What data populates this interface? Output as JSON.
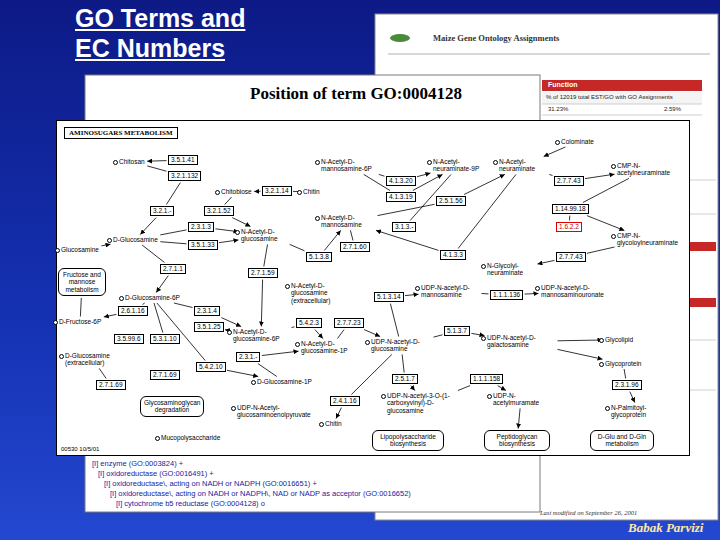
{
  "diagram": {
    "title": "GO Terms and EC Numbers",
    "nodes": [
      {
        "text": [
          "Maize Gene Ontology Assignments"
        ]
      },
      {
        "text": [
          "Position of term GO:0004128"
        ]
      },
      {
        "text": [
          "00530 10/5/01"
        ]
      },
      {
        "text": [
          "AMINOSUGARS METABOLISM"
        ],
        "in": 2
      },
      {
        "text": [
          "Chitosan"
        ],
        "in": 2
      },
      {
        "text": [
          "3.5.1.41"
        ],
        "in": 2
      },
      {
        "text": [
          "3.2.1.132"
        ],
        "in": 2
      },
      {
        "text": [
          "Chitobiose"
        ],
        "in": 2
      },
      {
        "text": [
          "3.2.1.14"
        ],
        "in": 2
      },
      {
        "text": [
          "Chitin"
        ],
        "in": 2
      },
      {
        "text": [
          "3.2.1.-"
        ],
        "in": 2
      },
      {
        "text": [
          "3.2.1.52"
        ],
        "in": 2
      },
      {
        "text": [
          "D-Glucosamine"
        ],
        "in": 2
      },
      {
        "text": [
          "2.3.1.3"
        ],
        "in": 2
      },
      {
        "text": [
          "3.5.1.33"
        ],
        "in": 2
      },
      {
        "text": [
          "N-Acetyl-D-glucosamine"
        ],
        "in": 2
      },
      {
        "text": [
          "Glucosamine"
        ],
        "in": 2
      },
      {
        "text": [
          "Fructose and mannose metabolism"
        ],
        "in": 2
      },
      {
        "text": [
          "2.7.1.1"
        ],
        "in": 2
      },
      {
        "text": [
          "2.7.1.59"
        ],
        "in": 2
      },
      {
        "text": [
          "5.1.3.8"
        ],
        "in": 2
      },
      {
        "text": [
          "D-Glucosamine-6P"
        ],
        "in": 2
      },
      {
        "text": [
          "N-Acetyl-D-glucosamine (extracellular)"
        ],
        "in": 2
      },
      {
        "text": [
          "D-Fructose-6P"
        ],
        "in": 2
      },
      {
        "text": [
          "2.6.1.16"
        ],
        "in": 2
      },
      {
        "text": [
          "3.5.99.6"
        ],
        "in": 2
      },
      {
        "text": [
          "5.3.1.10"
        ],
        "in": 2
      },
      {
        "text": [
          "2.3.1.4"
        ],
        "in": 2
      },
      {
        "text": [
          "3.5.1.25"
        ],
        "in": 2
      },
      {
        "text": [
          "N-Acetyl-D-glucosamine-6P"
        ],
        "in": 2
      },
      {
        "text": [
          "5.4.2.3"
        ],
        "in": 2
      },
      {
        "text": [
          "2.7.7.23"
        ],
        "in": 2
      },
      {
        "text": [
          "N-Acetyl-D-glucosamine-1P"
        ],
        "in": 2
      },
      {
        "text": [
          "D-Glucosamine (extracellular)"
        ],
        "in": 2
      },
      {
        "text": [
          "2.7.1.69"
        ],
        "in": 2
      },
      {
        "text": [
          "2.7.1.69"
        ],
        "in": 2
      },
      {
        "text": [
          "5.4.2.10"
        ],
        "in": 2
      },
      {
        "text": [
          "2.3.1.-"
        ],
        "in": 2
      },
      {
        "text": [
          "D-Glucosamine-1P"
        ],
        "in": 2
      },
      {
        "text": [
          "Glycosaminoglycan degradation"
        ],
        "in": 2
      },
      {
        "text": [
          "UDP-N-Acetyl-glucosaminoenolpyruvate"
        ],
        "in": 2
      },
      {
        "text": [
          "Mucopolysaccharide"
        ],
        "in": 2
      },
      {
        "text": [
          "Chitin"
        ],
        "in": 2
      },
      {
        "text": [
          "2.4.1.16"
        ],
        "in": 2
      },
      {
        "text": [
          "N-Acetyl-D-mannosamine-6P"
        ],
        "in": 2
      },
      {
        "text": [
          "4.1.3.20"
        ],
        "in": 2
      },
      {
        "text": [
          "4.1.3.19"
        ],
        "in": 2
      },
      {
        "text": [
          "N-Acetyl-neuraminate-9P"
        ],
        "in": 2
      },
      {
        "text": [
          "2.5.1.56"
        ],
        "in": 2
      },
      {
        "text": [
          "N-Acetyl-neuraminate"
        ],
        "in": 2
      },
      {
        "text": [
          "Colominate"
        ],
        "in": 2
      },
      {
        "text": [
          "2.7.7.43"
        ],
        "in": 2
      },
      {
        "text": [
          "CMP-N-acetylneuraminate"
        ],
        "in": 2
      },
      {
        "text": [
          "1.14.99.18"
        ],
        "in": 2
      },
      {
        "text": [
          "1.6.2.2"
        ],
        "in": 2
      },
      {
        "text": [
          "CMP-N-glycoloylneuraminate"
        ],
        "in": 2
      },
      {
        "text": [
          "2.7.7.43"
        ],
        "in": 2
      },
      {
        "text": [
          "N-Glycolyl-neuraminate"
        ],
        "in": 2
      },
      {
        "text": [
          "3.1.3.-"
        ],
        "in": 2
      },
      {
        "text": [
          "N-Acetyl-D-mannosamine"
        ],
        "in": 2
      },
      {
        "text": [
          "2.7.1.60"
        ],
        "in": 2
      },
      {
        "text": [
          "4.1.3.3"
        ],
        "in": 2
      },
      {
        "text": [
          "5.1.3.14"
        ],
        "in": 2
      },
      {
        "text": [
          "UDP-N-acetyl-D-mannosamine"
        ],
        "in": 2
      },
      {
        "text": [
          "1.1.1.136"
        ],
        "in": 2
      },
      {
        "text": [
          "UDP-N-acetyl-D-mannosaminouronate"
        ],
        "in": 2
      },
      {
        "text": [
          "5.1.3.7"
        ],
        "in": 2
      },
      {
        "text": [
          "UDP-N-acetyl-D-glucosamine"
        ],
        "in": 2
      },
      {
        "text": [
          "UDP-N-acetyl-D-galactosamine"
        ],
        "in": 2
      },
      {
        "text": [
          "Glycolipid"
        ],
        "in": 2
      },
      {
        "text": [
          "Glycoprotein"
        ],
        "in": 2
      },
      {
        "text": [
          "2.3.1.96"
        ],
        "in": 2
      },
      {
        "text": [
          "N-Palmitoyl-glycoprotein"
        ],
        "in": 2
      },
      {
        "text": [
          "2.5.1.7"
        ],
        "in": 2
      },
      {
        "text": [
          "1.1.1.158"
        ],
        "in": 2
      },
      {
        "text": [
          "UDP-N-acetyl-3-O-(1-carboxyvinyl)-D-glucosamine"
        ],
        "in": 2
      },
      {
        "text": [
          "UDP-N-acetylmuramate"
        ],
        "in": 2
      },
      {
        "text": [
          "Lipopolysaccharide biosynthesis"
        ],
        "in": 2
      },
      {
        "text": [
          "Peptidoglycan biosynthesis"
        ],
        "in": 2
      },
      {
        "text": [
          "D-Glu and D-Gln metabolism"
        ],
        "in": 2
      }
    ],
    "edges": [
      {
        "from": 9,
        "to": 8,
        "arrow": "none"
      },
      {
        "from": 8,
        "to": 7,
        "arrow": "to"
      },
      {
        "from": 7,
        "to": 11,
        "arrow": "none"
      },
      {
        "from": 11,
        "to": 15,
        "arrow": "to"
      },
      {
        "from": 5,
        "to": 4,
        "arrow": "to"
      },
      {
        "from": 4,
        "to": 6,
        "arrow": "none"
      },
      {
        "from": 6,
        "to": 10,
        "arrow": "none"
      },
      {
        "from": 10,
        "to": 12,
        "arrow": "to"
      },
      {
        "from": 16,
        "to": 12,
        "arrow": "to"
      },
      {
        "from": 12,
        "to": 13,
        "arrow": "none"
      },
      {
        "from": 13,
        "to": 15,
        "arrow": "to"
      },
      {
        "from": 12,
        "to": 14,
        "arrow": "none"
      },
      {
        "from": 14,
        "to": 15,
        "arrow": "to"
      },
      {
        "from": 12,
        "to": 18,
        "arrow": "none"
      },
      {
        "from": 18,
        "to": 21,
        "arrow": "to"
      },
      {
        "from": 15,
        "to": 19,
        "arrow": "none"
      },
      {
        "from": 19,
        "to": 29,
        "arrow": "to"
      },
      {
        "from": 15,
        "to": 20,
        "arrow": "none"
      },
      {
        "from": 20,
        "to": 59,
        "arrow": "to"
      },
      {
        "from": 17,
        "to": 23,
        "arrow": "none"
      },
      {
        "from": 21,
        "to": 24,
        "arrow": "none"
      },
      {
        "from": 24,
        "to": 23,
        "arrow": "to"
      },
      {
        "from": 21,
        "to": 26,
        "arrow": "none"
      },
      {
        "from": 21,
        "to": 27,
        "arrow": "none"
      },
      {
        "from": 27,
        "to": 29,
        "arrow": "to"
      },
      {
        "from": 29,
        "to": 28,
        "arrow": "to"
      },
      {
        "from": 29,
        "to": 30,
        "arrow": "none"
      },
      {
        "from": 30,
        "to": 32,
        "arrow": "to"
      },
      {
        "from": 32,
        "to": 31,
        "arrow": "none"
      },
      {
        "from": 31,
        "to": 67,
        "arrow": "to"
      },
      {
        "from": 33,
        "to": 34,
        "arrow": "none"
      },
      {
        "from": 21,
        "to": 36,
        "arrow": "none"
      },
      {
        "from": 36,
        "to": 38,
        "arrow": "to"
      },
      {
        "from": 38,
        "to": 37,
        "arrow": "none"
      },
      {
        "from": 37,
        "to": 32,
        "arrow": "to"
      },
      {
        "from": 67,
        "to": 43,
        "arrow": "none"
      },
      {
        "from": 43,
        "to": 42,
        "arrow": "to"
      },
      {
        "from": 44,
        "to": 45,
        "arrow": "none"
      },
      {
        "from": 45,
        "to": 47,
        "arrow": "to"
      },
      {
        "from": 44,
        "to": 46,
        "arrow": "none"
      },
      {
        "from": 46,
        "to": 47,
        "arrow": "to"
      },
      {
        "from": 59,
        "to": 48,
        "arrow": "none"
      },
      {
        "from": 48,
        "to": 49,
        "arrow": "to"
      },
      {
        "from": 47,
        "to": 58,
        "arrow": "none"
      },
      {
        "from": 50,
        "to": 49,
        "arrow": "to"
      },
      {
        "from": 49,
        "to": 51,
        "arrow": "none"
      },
      {
        "from": 51,
        "to": 52,
        "arrow": "to"
      },
      {
        "from": 52,
        "to": 53,
        "arrow": "none"
      },
      {
        "from": 53,
        "to": 55,
        "arrow": "to"
      },
      {
        "from": 54,
        "to": 53,
        "arrow": "none"
      },
      {
        "from": 55,
        "to": 56,
        "arrow": "none"
      },
      {
        "from": 56,
        "to": 57,
        "arrow": "to"
      },
      {
        "from": 49,
        "to": 61,
        "arrow": "none"
      },
      {
        "from": 61,
        "to": 59,
        "arrow": "to"
      },
      {
        "from": 59,
        "to": 60,
        "arrow": "none"
      },
      {
        "from": 67,
        "to": 62,
        "arrow": "none"
      },
      {
        "from": 62,
        "to": 63,
        "arrow": "to"
      },
      {
        "from": 63,
        "to": 64,
        "arrow": "none"
      },
      {
        "from": 64,
        "to": 65,
        "arrow": "to"
      },
      {
        "from": 67,
        "to": 66,
        "arrow": "none"
      },
      {
        "from": 66,
        "to": 68,
        "arrow": "to"
      },
      {
        "from": 68,
        "to": 69,
        "arrow": "to"
      },
      {
        "from": 68,
        "to": 70,
        "arrow": "to"
      },
      {
        "from": 70,
        "to": 71,
        "arrow": "none"
      },
      {
        "from": 71,
        "to": 72,
        "arrow": "to"
      },
      {
        "from": 67,
        "to": 73,
        "arrow": "none"
      },
      {
        "from": 73,
        "to": 75,
        "arrow": "to"
      },
      {
        "from": 75,
        "to": 74,
        "arrow": "none"
      },
      {
        "from": 74,
        "to": 76,
        "arrow": "to"
      },
      {
        "from": 76,
        "to": 78,
        "arrow": "to"
      }
    ],
    "labels": [
      "[I] enzyme (GO:0003824) +",
      "[I] oxidoreductase (GO:0016491) +",
      "[I] oxidoreductase\\, acting on NADH or NADPH (GO:0016651) +",
      "[I] oxidoreductase\\, acting on NADH or NADPH\\, NAD or NADP as acceptor (GO:0016652)",
      "[I] cytochrome b5 reductase (GO:0004128) o",
      "Function",
      "% of 12019 total EST/GO with GO Assignments",
      "31.23%",
      "2.59%",
      "Last modified on September 26, 2001",
      "Babak Parvizi"
    ]
  }
}
